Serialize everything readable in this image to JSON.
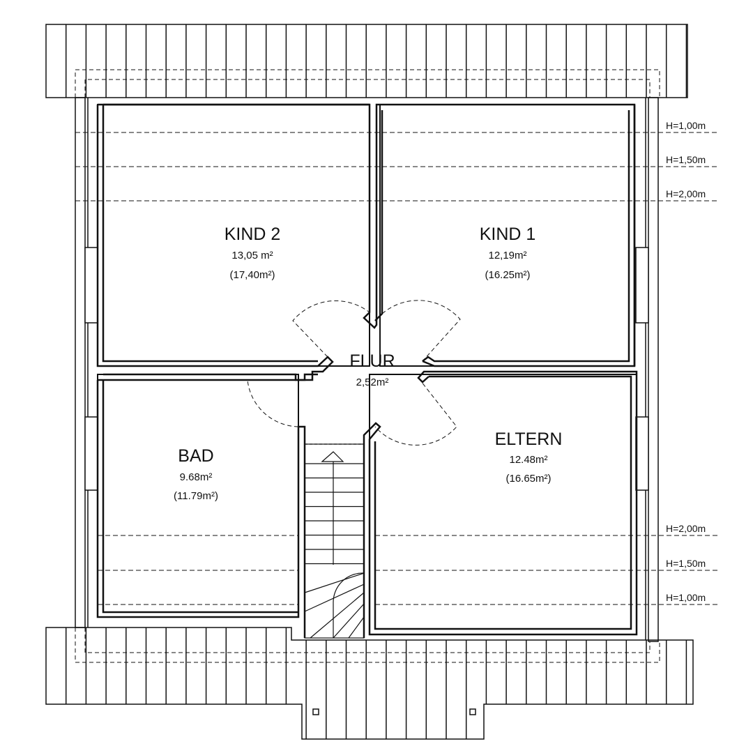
{
  "rooms": [
    {
      "id": "kind2",
      "name": "KIND 2",
      "area": "13,05 m²",
      "gross_area": "(17,40m²)"
    },
    {
      "id": "kind1",
      "name": "KIND 1",
      "area": "12,19m²",
      "gross_area": "(16.25m²)"
    },
    {
      "id": "flur",
      "name": "FLUR",
      "area": "2,52m²"
    },
    {
      "id": "bad",
      "name": "BAD",
      "area": "9.68m²",
      "gross_area": "(11.79m²)"
    },
    {
      "id": "eltern",
      "name": "ELTERN",
      "area": "12.48m²",
      "gross_area": "(16.65m²)"
    }
  ],
  "height_lines": {
    "upper": [
      "H=1,00m",
      "H=1,50m",
      "H=2,00m"
    ],
    "lower": [
      "H=2,00m",
      "H=1,50m",
      "H=1,00m"
    ]
  },
  "colors": {
    "line": "#111111",
    "background": "#ffffff"
  }
}
